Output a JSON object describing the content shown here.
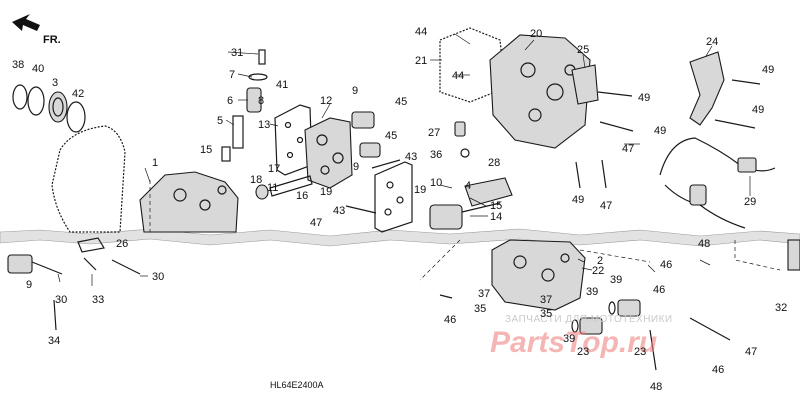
{
  "diagram": {
    "code": "HL64E2400A",
    "direction_label": "FR.",
    "watermark": {
      "tagline": "ЗАПЧАСТИ ДЛЯ МОТОТЕХНИКИ",
      "brand": "PartsTop.ru"
    },
    "callouts": [
      {
        "label": "38"
      },
      {
        "label": "40"
      },
      {
        "label": "3"
      },
      {
        "label": "42"
      },
      {
        "label": "1"
      },
      {
        "label": "31"
      },
      {
        "label": "7"
      },
      {
        "label": "41"
      },
      {
        "label": "6"
      },
      {
        "label": "5"
      },
      {
        "label": "15"
      },
      {
        "label": "13"
      },
      {
        "label": "12"
      },
      {
        "label": "9"
      },
      {
        "label": "45"
      },
      {
        "label": "45"
      },
      {
        "label": "18"
      },
      {
        "label": "17"
      },
      {
        "label": "11"
      },
      {
        "label": "16"
      },
      {
        "label": "43"
      },
      {
        "label": "9"
      },
      {
        "label": "19"
      },
      {
        "label": "19"
      },
      {
        "label": "43"
      },
      {
        "label": "47"
      },
      {
        "label": "10"
      },
      {
        "label": "4"
      },
      {
        "label": "15"
      },
      {
        "label": "14"
      },
      {
        "label": "28"
      },
      {
        "label": "36"
      },
      {
        "label": "27"
      },
      {
        "label": "44"
      },
      {
        "label": "21"
      },
      {
        "label": "44"
      },
      {
        "label": "20"
      },
      {
        "label": "25"
      },
      {
        "label": "24"
      },
      {
        "label": "49"
      },
      {
        "label": "49"
      },
      {
        "label": "49"
      },
      {
        "label": "49"
      },
      {
        "label": "47"
      },
      {
        "label": "49"
      },
      {
        "label": "47"
      },
      {
        "label": "29"
      },
      {
        "label": "26"
      },
      {
        "label": "30"
      },
      {
        "label": "9"
      },
      {
        "label": "30"
      },
      {
        "label": "33"
      },
      {
        "label": "34"
      },
      {
        "label": "2"
      },
      {
        "label": "22"
      },
      {
        "label": "39"
      },
      {
        "label": "39"
      },
      {
        "label": "37"
      },
      {
        "label": "37"
      },
      {
        "label": "35"
      },
      {
        "label": "35"
      },
      {
        "label": "46"
      },
      {
        "label": "46"
      },
      {
        "label": "46"
      },
      {
        "label": "48"
      },
      {
        "label": "32"
      },
      {
        "label": "39"
      },
      {
        "label": "23"
      },
      {
        "label": "23"
      },
      {
        "label": "47"
      },
      {
        "label": "48"
      },
      {
        "label": "46"
      },
      {
        "label": "8"
      }
    ]
  }
}
